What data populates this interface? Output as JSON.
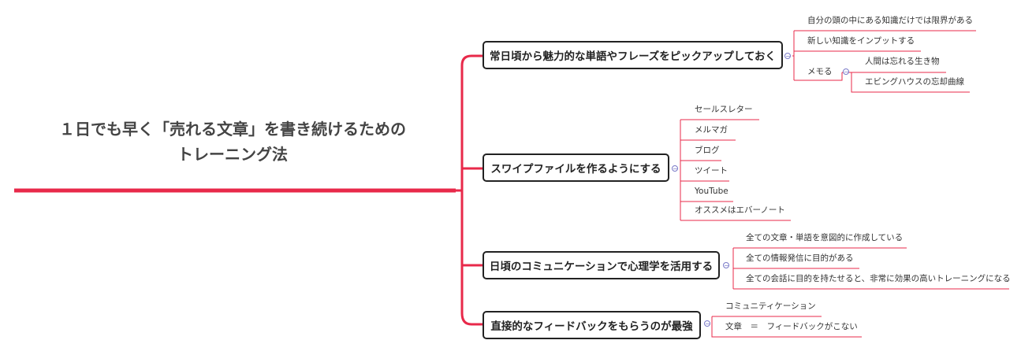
{
  "root": {
    "line1": "１日でも早く「売れる文章」を書き続けるための",
    "line2": "トレーニング法"
  },
  "colors": {
    "accent": "#e8294a",
    "leaf_line": "#e8294a",
    "node_border": "#222222"
  },
  "branches": [
    {
      "label": "常日頃から魅力的な単語やフレーズをピックアップしておく",
      "children": [
        "自分の頭の中にある知識だけでは限界がある",
        "新しい知識をインプットする",
        "メモる"
      ],
      "memo_children": [
        "人間は忘れる生き物",
        "エビングハウスの忘却曲線"
      ]
    },
    {
      "label": "スワイプファイルを作るようにする",
      "children": [
        "セールスレター",
        "メルマガ",
        "ブログ",
        "ツイート",
        "YouTube",
        "オススメはエバーノート"
      ]
    },
    {
      "label": "日頃のコミュニケーションで心理学を活用する",
      "children": [
        "全ての文章・単語を意図的に作成している",
        "全ての情報発信に目的がある",
        "全ての会話に目的を持たせると、非常に効果の高いトレーニングになる"
      ]
    },
    {
      "label": "直接的なフィードバックをもらうのが最強",
      "children": [
        "コミュニティケーション",
        "文章　＝　フィードバックがこない"
      ]
    }
  ]
}
